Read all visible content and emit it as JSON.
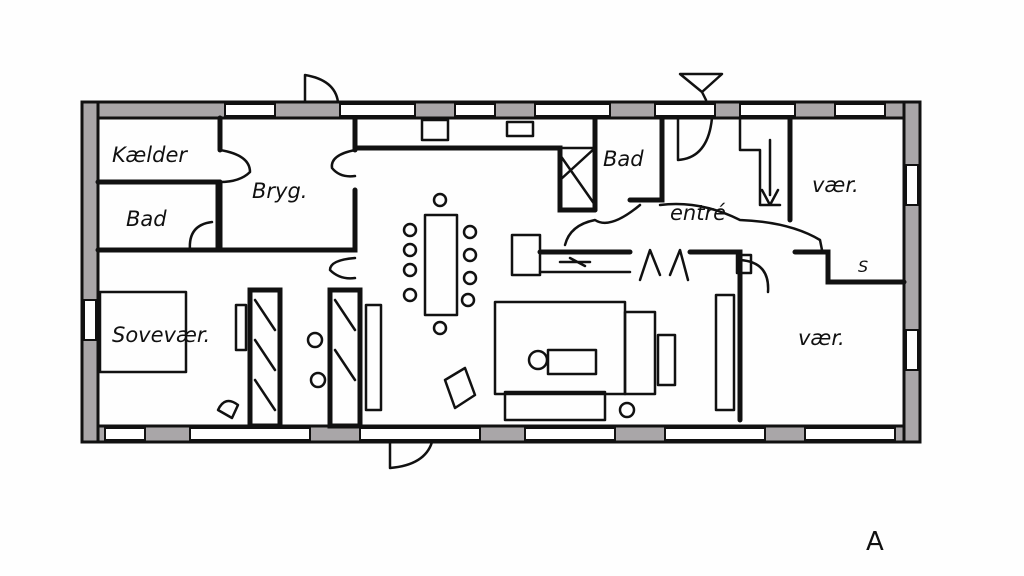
{
  "plan": {
    "rooms": {
      "kaelder": "Kælder",
      "bad1": "Bad",
      "bryg": "Bryg.",
      "sovevaer": "Sovevær.",
      "bad2": "Bad",
      "entre": "entré",
      "vaer1": "vær.",
      "vaer2": "vær.",
      "s": "S"
    },
    "elevation_mark": "A",
    "colors": {
      "wall_fill": "#a9a6a8",
      "ink": "#111111",
      "paper": "#fefefe"
    }
  }
}
